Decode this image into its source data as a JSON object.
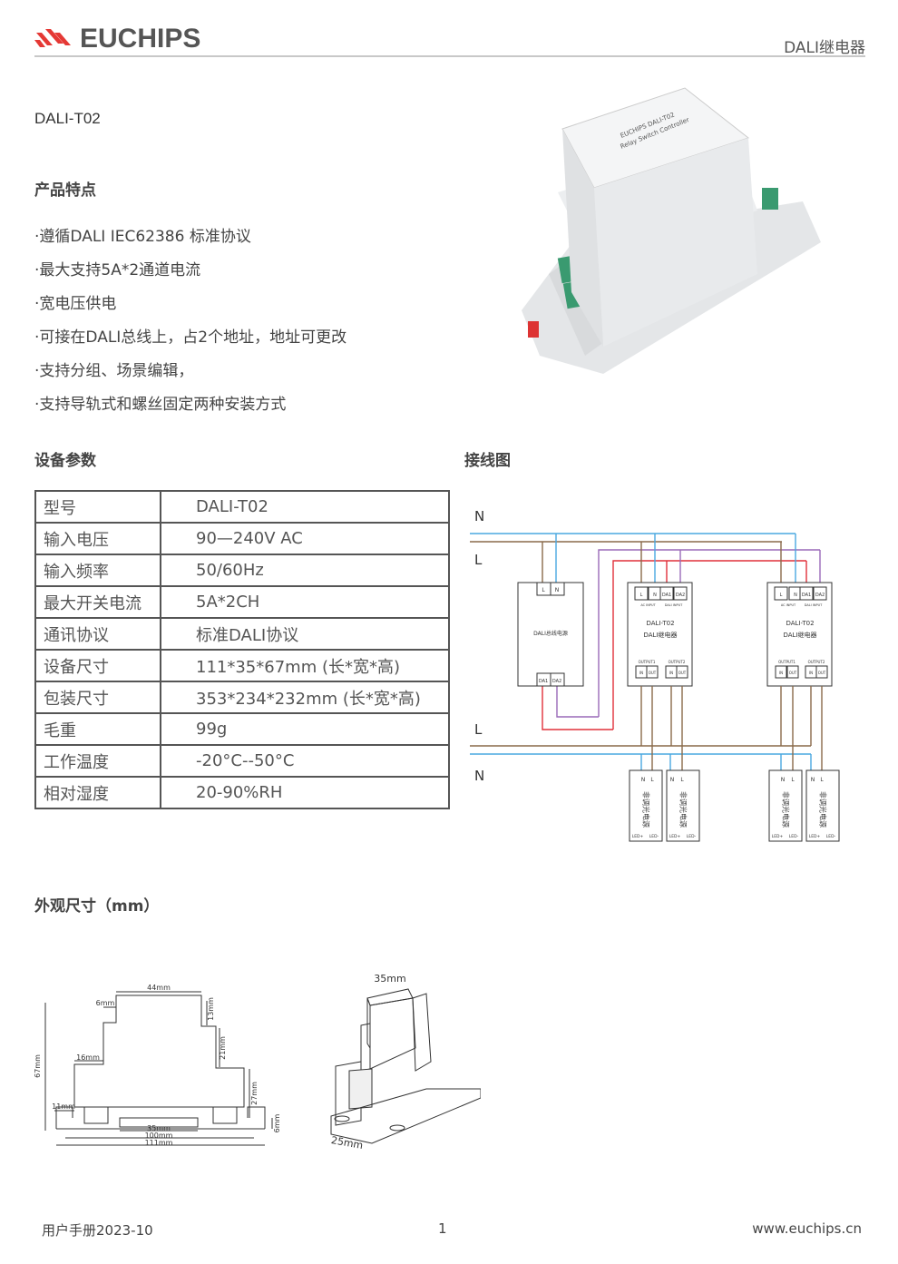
{
  "header": {
    "brand": "EUCHIPS",
    "product_category": "DALI继电器",
    "brand_color": "#e53935"
  },
  "model": "DALI-T02",
  "features": {
    "title": "产品特点",
    "items": [
      "·遵循DALI IEC62386 标准协议",
      "·最大支持5A*2通道电流",
      "·宽电压供电",
      "·可接在DALI总线上，占2个地址，地址可更改",
      "·支持分组、场景编辑，",
      "·支持导轨式和螺丝固定两种安装方式"
    ]
  },
  "specs": {
    "title": "设备参数",
    "rows": [
      {
        "k": "型号",
        "v": "DALI-T02"
      },
      {
        "k": "输入电压",
        "v": "90—240V AC"
      },
      {
        "k": "输入频率",
        "v": "50/60Hz"
      },
      {
        "k": "最大开关电流",
        "v": "5A*2CH"
      },
      {
        "k": "通讯协议",
        "v": "标准DALI协议"
      },
      {
        "k": "设备尺寸",
        "v": "111*35*67mm (长*宽*高)"
      },
      {
        "k": "包装尺寸",
        "v": "353*234*232mm (长*宽*高)"
      },
      {
        "k": "毛重",
        "v": "99g"
      },
      {
        "k": "工作温度",
        "v": "-20°C--50°C"
      },
      {
        "k": "相对湿度",
        "v": "20-90%RH"
      }
    ]
  },
  "wiring": {
    "title": "接线图",
    "line_n": "N",
    "line_l": "L",
    "psu": {
      "label": "DALI总线电源",
      "t_l": "L",
      "t_n": "N",
      "t_da1": "DA1",
      "t_da2": "DA2"
    },
    "relay": {
      "model": "DALI-T02",
      "name": "DALI继电器",
      "t_l": "L",
      "t_n": "N",
      "t_da1": "DA1",
      "t_da2": "DA2",
      "ac_input": "AC INPUT",
      "dali_input": "DALI INPUT",
      "output1": "OUTPUT1",
      "output2": "OUTPUT2",
      "in": "IN",
      "out": "OUT"
    },
    "load": {
      "label": "非调光电源",
      "n": "N",
      "l": "L",
      "led_p": "LED+",
      "led_m": "LED-"
    },
    "colors": {
      "n": "#4aa8e0",
      "l": "#8a6a4a",
      "da1": "#e0303a",
      "da2": "#9a6ab8"
    }
  },
  "dimensions": {
    "title": "外观尺寸（mm）",
    "labels": [
      "44mm",
      "6mm",
      "13mm",
      "21mm",
      "16mm",
      "27mm",
      "67mm",
      "11mm",
      "6mm",
      "35mm",
      "100mm",
      "111mm",
      "35mm",
      "25mm"
    ]
  },
  "footer": {
    "manual": "用户手册2023-10",
    "page": "1",
    "website": "www.euchips.cn"
  }
}
